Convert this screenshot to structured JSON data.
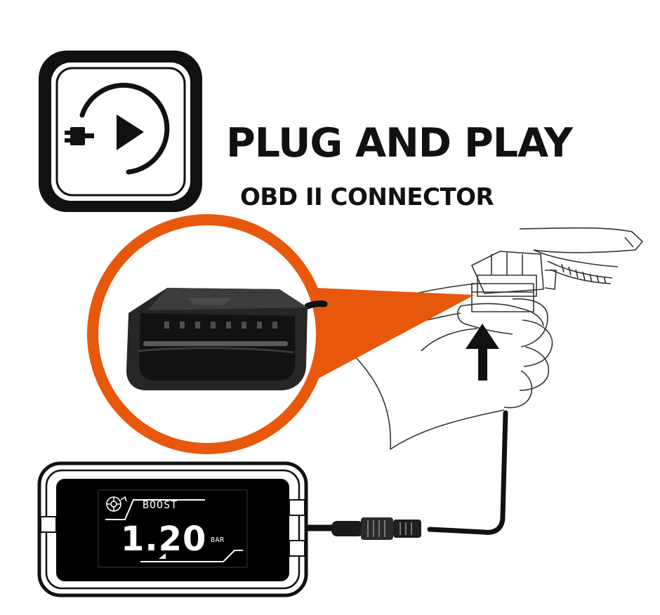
{
  "headline": {
    "title": "PLUG AND PLAY",
    "subtitle": "OBD II CONNECTOR"
  },
  "icons": {
    "badge": "plug-and-play-icon",
    "direction": "arrow-up-icon"
  },
  "gauge_display": {
    "label": "BOOST",
    "value": "1.20",
    "unit": "BAR",
    "icon": "turbo-icon"
  },
  "colors": {
    "accent": "#e8580c",
    "ink": "#111111",
    "screen": "#000000",
    "screen_text": "#ffffff"
  }
}
